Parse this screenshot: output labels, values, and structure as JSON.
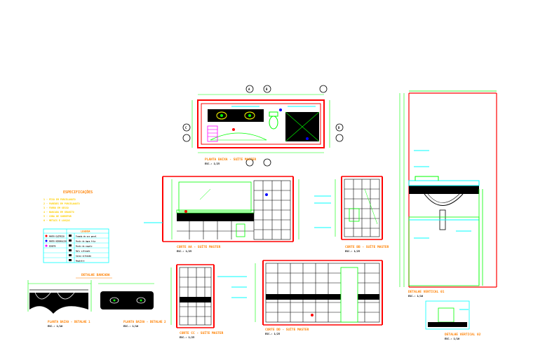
{
  "colors": {
    "background": "#ffffff",
    "wall": "#ff0000",
    "line": "#00ff00",
    "cyan": "#00ffff",
    "blue": "#0000ff",
    "magenta": "#ff00ff",
    "yellow": "#ffff00",
    "title": "#ff8000",
    "dark": "#000000",
    "tile": "#000000"
  },
  "drawings": {
    "plan": {
      "title": "PLANTA BAIXA - SUÍTE MASTER",
      "scale": "ESC.: 1/25"
    },
    "section_a": {
      "title": "CORTE AA - SUÍTE MASTER",
      "scale": "ESC.: 1/25"
    },
    "section_b": {
      "title": "CORTE BB - SUÍTE MASTER",
      "scale": "ESC.: 1/25"
    },
    "section_c": {
      "title": "CORTE CC - SUÍTE MASTER",
      "scale": "ESC.: 1/25"
    },
    "section_d": {
      "title": "CORTE DD - SUÍTE MASTER",
      "scale": "ESC.: 1/25"
    },
    "detail_vertical": {
      "title": "DETALHE VERTICAL 01",
      "scale": "ESC.: 1/10"
    },
    "detail_vertical_2": {
      "title": "DETALHE VERTICAL 02",
      "scale": "ESC.: 1/10"
    },
    "basin_plan": {
      "title": "PLANTA BAIXA - DETALHE 1",
      "scale": "ESC.: 1/10"
    },
    "basin_plan_2": {
      "title": "PLANTA BAIXA - DETALHE 2",
      "scale": "ESC.: 1/10"
    },
    "detail_title": {
      "title": "DETALHE BANCADA"
    }
  },
  "notes": {
    "title": "ESPECIFICAÇÕES",
    "lines": [
      "1 - PISO EM PORCELANATO",
      "2 - PAREDES EM PORCELANATO",
      "3 - FORRO EM GESSO",
      "4 - BANCADA EM GRANITO",
      "5 - CUBA DE SOBREPOR",
      "6 - METAIS E LOUÇAS"
    ]
  },
  "legend": {
    "title": "LEGENDA",
    "rows": [
      {
        "label": "PONTO ELÉTRICO",
        "desc": "Tomada de uso geral"
      },
      {
        "label": "PONTO HIDRÁULICO",
        "desc": "Ponto de água fria"
      },
      {
        "label": "ESGOTO",
        "desc": "Ponto de esgoto"
      },
      {
        "label": "",
        "desc": "Ralo sifonado"
      },
      {
        "label": "",
        "desc": "Caixa sifonada"
      },
      {
        "label": "",
        "desc": "Registro"
      }
    ]
  },
  "markers": [
    "A",
    "B",
    "C",
    "D"
  ]
}
